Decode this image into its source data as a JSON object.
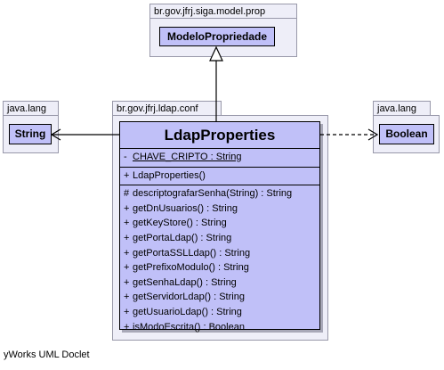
{
  "packages": {
    "prop": {
      "name": "br.gov.jfrj.siga.model.prop",
      "class_name": "ModeloPropriedade"
    },
    "lang_left": {
      "name": "java.lang",
      "class_name": "String"
    },
    "conf": {
      "name": "br.gov.jfrj.ldap.conf"
    },
    "lang_right": {
      "name": "java.lang",
      "class_name": "Boolean"
    }
  },
  "main_class": {
    "name": "LdapProperties",
    "fields": [
      {
        "vis": "-",
        "text": "CHAVE_CRIPTO : String",
        "static": true
      }
    ],
    "constructors": [
      {
        "vis": "+",
        "text": "LdapProperties()"
      }
    ],
    "methods": [
      {
        "vis": "#",
        "text": "descriptografarSenha(String) : String"
      },
      {
        "vis": "+",
        "text": "getDnUsuarios() : String"
      },
      {
        "vis": "+",
        "text": "getKeyStore() : String"
      },
      {
        "vis": "+",
        "text": "getPortaLdap() : String"
      },
      {
        "vis": "+",
        "text": "getPortaSSLLdap() : String"
      },
      {
        "vis": "+",
        "text": "getPrefixoModulo() : String"
      },
      {
        "vis": "+",
        "text": "getSenhaLdap() : String"
      },
      {
        "vis": "+",
        "text": "getServidorLdap() : String"
      },
      {
        "vis": "+",
        "text": "getUsuarioLdap() : String"
      },
      {
        "vis": "+",
        "text": "isModoEscrita() : Boolean"
      }
    ]
  },
  "footer": "yWorks UML Doclet"
}
